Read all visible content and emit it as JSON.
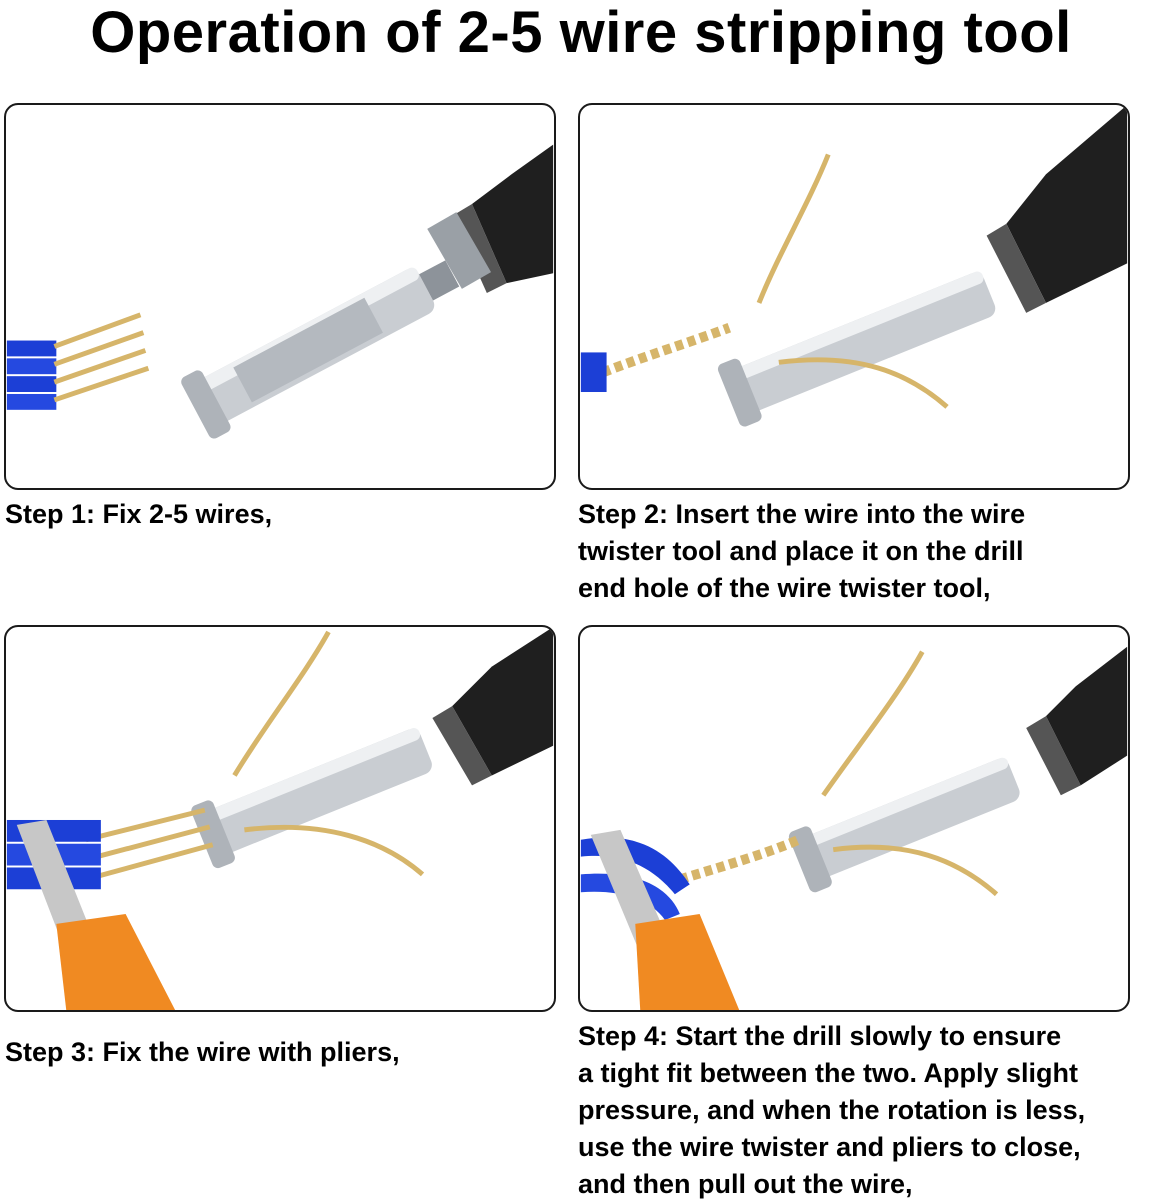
{
  "title": "Operation of 2-5 wire stripping tool",
  "steps": [
    {
      "caption_lines": [
        "Step 1: Fix 2-5 wires,"
      ]
    },
    {
      "caption_lines": [
        "Step 2: Insert the wire into the wire",
        "twister tool and place it on the drill",
        "end hole of the wire twister tool,"
      ]
    },
    {
      "caption_lines": [
        "Step 3: Fix the wire with pliers,"
      ]
    },
    {
      "caption_lines": [
        "Step 4: Start the drill slowly to ensure",
        "a tight fit between the two.  Apply slight",
        "pressure, and when the rotation is less,",
        "use the wire twister and pliers to close,",
        "and then pull out the wire,"
      ]
    }
  ],
  "colors": {
    "wire_insulation": "#1c3fd6",
    "copper": "#d6b56a",
    "drill_body": "#1f1f1f",
    "tool_metal": "#c9cdd2",
    "pliers_handle": "#f08a22"
  }
}
